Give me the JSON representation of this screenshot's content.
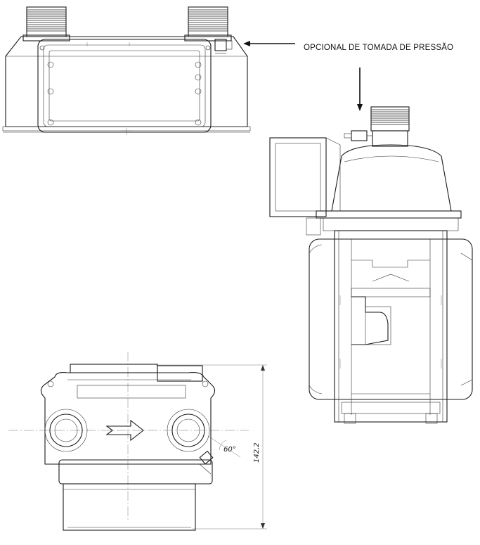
{
  "annotations": {
    "pressure_tap_label": "OPCIONAL DE TOMADA DE PRESSÃO"
  },
  "dimensions": {
    "height": "142,2",
    "angle": "60°"
  }
}
